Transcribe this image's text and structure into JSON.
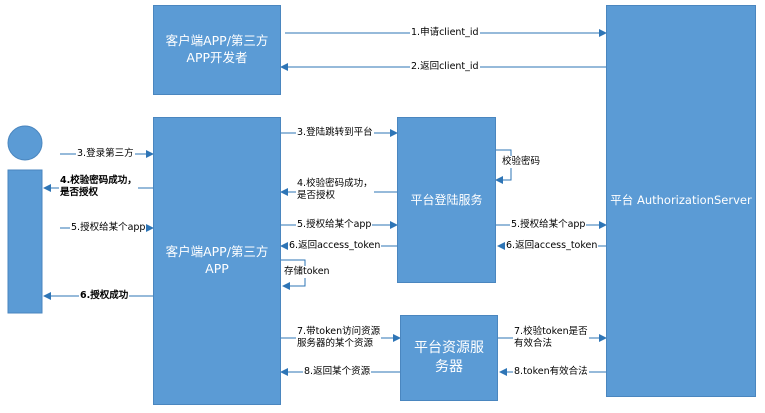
{
  "nodes": {
    "client_dev": "客户端APP/第三方\nAPP开发者",
    "client_app": "客户端APP/第三方\nAPP",
    "login_service": "平台登陆服务",
    "resource_service": "平台资源服\n务器",
    "auth_server": "平台 AuthorizationServer"
  },
  "edges": {
    "e1": "1.申请client_id",
    "e2": "2.返回client_id",
    "e3_login": "3.登录第三方",
    "e3_redirect": "3.登陆跳转到平台",
    "e_check_pwd": "校验密码",
    "e4_app": "4.校验密码成功，\n是否授权",
    "e4_user": "4.校验密码成功，\n是否授权",
    "e5_user": "5.授权给某个app",
    "e5_app": "5.授权给某个app",
    "e5_auth": "5.授权给某个app",
    "e6_app": "6.返回access_token",
    "e6_auth": "6.返回access_token",
    "e_store": "存储token",
    "e6_user": "6.授权成功",
    "e7_req": "7.带token访问资源\n服务器的某个资源",
    "e7_check": "7.校验token是否\n有效合法",
    "e8_valid": "8.token有效合法",
    "e8_return": "8.返回某个资源"
  },
  "colors": {
    "box_fill": "#5b9bd5",
    "box_border": "#4a86bf",
    "actor": "#5b9bd5",
    "arrow": "#2e75b6"
  }
}
